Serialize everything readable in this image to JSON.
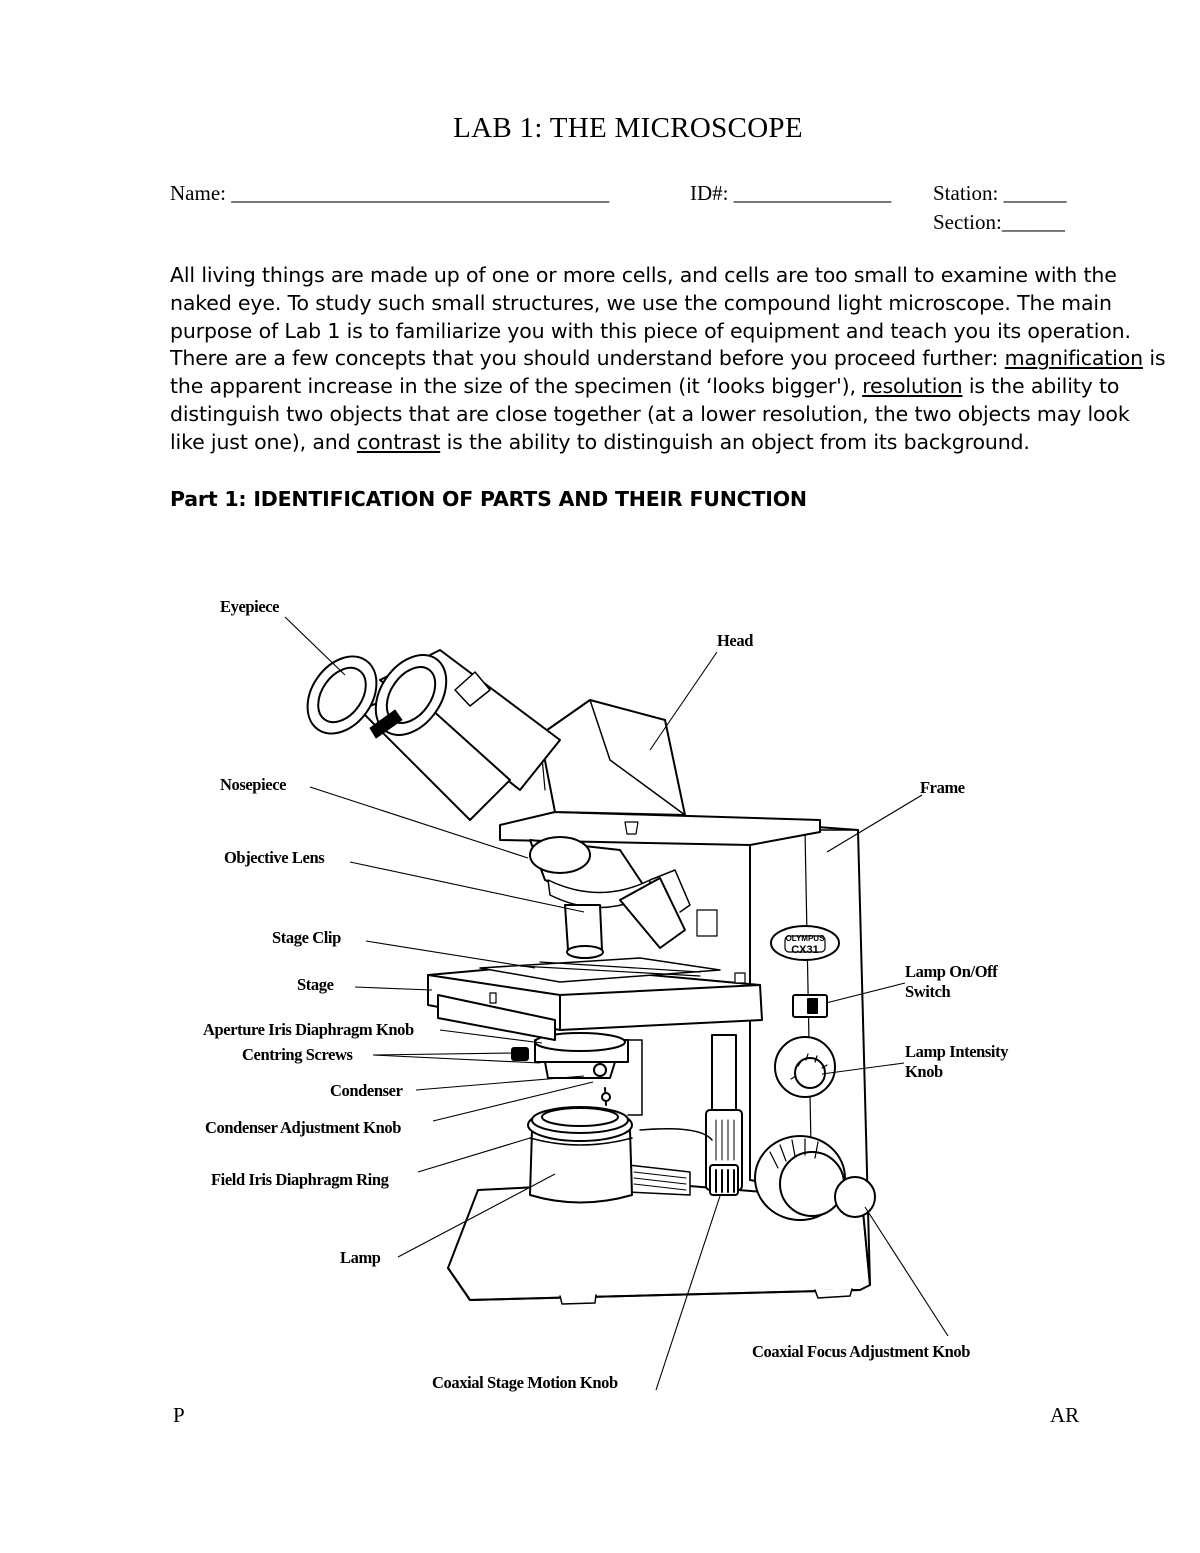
{
  "title": "LAB 1: THE MICROSCOPE",
  "header": {
    "name_label": "Name: ____________________________________",
    "id_label": "ID#: _______________",
    "station_label": "Station: ______",
    "section_label": "Section:______"
  },
  "intro": {
    "line1": "All living things are made up of one or more cells, and cells are too small to examine with the",
    "line2": "naked eye.  To study such small structures, we use the compound light microscope.  The main",
    "line3": "purpose of Lab 1 is to familiarize you with this piece of equipment and teach you its operation.",
    "line4_before": "There are a few concepts that you should understand before you proceed further: ",
    "term_magnification": "magnification",
    "line4_after": " is",
    "line5_before": "the apparent increase in the size of the specimen (it ‘looks bigger'), ",
    "term_resolution": "resolution",
    "line5_after": " is the ability to",
    "line6": "distinguish two objects that are close together (at a lower resolution, the two objects may look",
    "line7_before": "like just one), and ",
    "term_contrast": "contrast",
    "line7_after": " is the ability to distinguish an object from its background."
  },
  "part_heading": "Part 1: IDENTIFICATION OF PARTS AND THEIR FUNCTION",
  "diagram": {
    "brand_top": "OLYMPUS",
    "brand_model": "CX31",
    "labels": {
      "eyepiece": "Eyepiece",
      "head": "Head",
      "nosepiece": "Nosepiece",
      "frame": "Frame",
      "objective_lens": "Objective Lens",
      "stage_clip": "Stage Clip",
      "stage": "Stage",
      "lamp_switch_1": "Lamp On/Off",
      "lamp_switch_2": "Switch",
      "aperture_knob": "Aperture Iris Diaphragm Knob",
      "centring_screws": "Centring Screws",
      "lamp_intensity_1": "Lamp Intensity",
      "lamp_intensity_2": "Knob",
      "condenser": "Condenser",
      "condenser_knob": "Condenser Adjustment Knob",
      "field_iris": "Field Iris Diaphragm Ring",
      "lamp": "Lamp",
      "focus_knob": "Coaxial Focus Adjustment Knob",
      "stage_motion": "Coaxial Stage Motion Knob"
    }
  },
  "footer": {
    "left": "P",
    "right": "AR"
  }
}
